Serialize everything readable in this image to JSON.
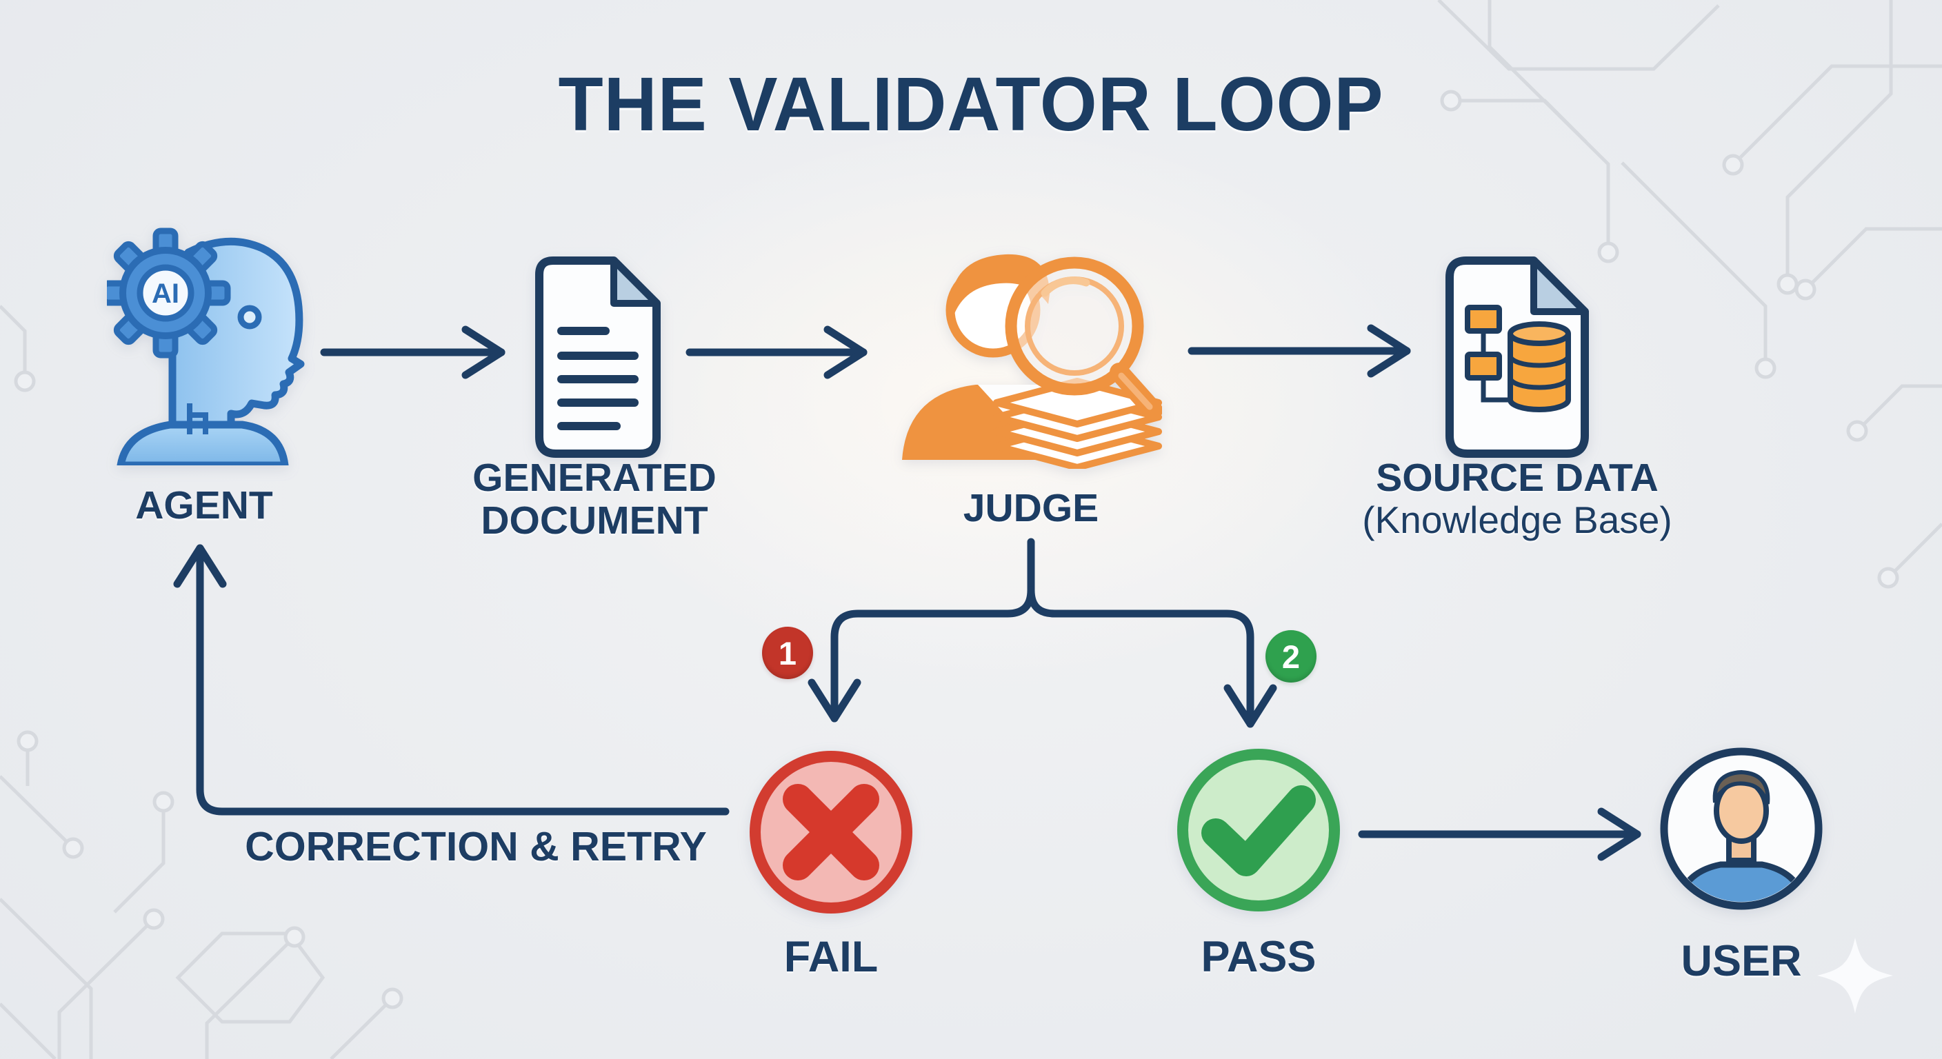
{
  "title": "THE VALIDATOR LOOP",
  "nodes": {
    "agent": {
      "label": "AGENT",
      "gear_text": "AI",
      "icon": "ai-head-gear-icon"
    },
    "generated_document": {
      "label": [
        "GENERATED",
        "DOCUMENT"
      ],
      "icon": "document-icon"
    },
    "judge": {
      "label": "JUDGE",
      "icon": "judge-magnifier-icon"
    },
    "source_data": {
      "label": "SOURCE DATA",
      "sublabel": "(Knowledge Base)",
      "icon": "database-document-icon"
    },
    "fail": {
      "label": "FAIL",
      "badge": "1",
      "icon": "cross-circle-icon"
    },
    "pass": {
      "label": "PASS",
      "badge": "2",
      "icon": "check-circle-icon"
    },
    "user": {
      "label": "USER",
      "icon": "person-avatar-icon"
    }
  },
  "edges": {
    "correction_retry_label": "CORRECTION & RETRY"
  },
  "colors": {
    "navy": "#1d3d63",
    "agent_blue_stroke": "#2b6cb4",
    "agent_blue_fill": "#9ccbf2",
    "judge_orange": "#ef9340",
    "doc_fold_blue": "#b9cfe2",
    "fail_red_border": "#d23c30",
    "fail_red_fill": "#f3b8b4",
    "fail_badge_red": "#c23529",
    "pass_green_border": "#3aa557",
    "pass_green_fill": "#cdecca",
    "pass_badge_green": "#2fa14e",
    "user_shirt_blue": "#5b9bd5",
    "background": "#eceef1",
    "circuit_trace": "#d6d9de"
  }
}
